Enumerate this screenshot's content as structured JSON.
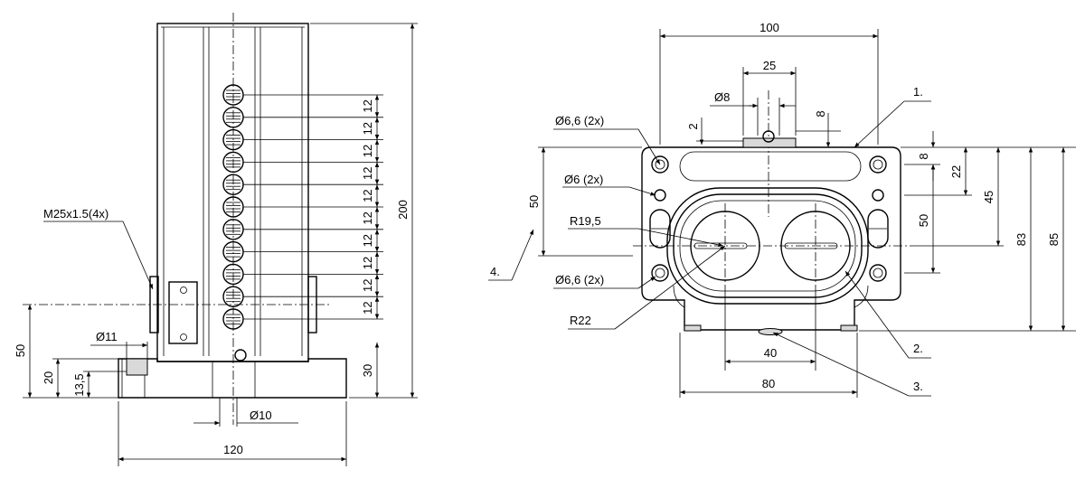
{
  "left_view": {
    "dims": {
      "height_total": "200",
      "height_base": "30",
      "pitch": "12",
      "width_total": "120",
      "h50": "50",
      "h20": "20",
      "h135": "13,5"
    },
    "labels": {
      "thread": "M25x1.5(4x)",
      "dia11": "Ø11",
      "dia10": "Ø10"
    },
    "pitch_count": 11
  },
  "right_view": {
    "dims": {
      "w100": "100",
      "w25": "25",
      "w8": "8",
      "w2": "2",
      "w80": "80",
      "w40": "40",
      "h50_left": "50",
      "h8": "8",
      "h22": "22",
      "h45": "45",
      "h50": "50",
      "h83": "83",
      "h85": "85"
    },
    "labels": {
      "dia8": "Ø8",
      "dia66_top": "Ø6,6 (2x)",
      "dia6": "Ø6 (2x)",
      "r195": "R19,5",
      "dia66_bottom": "Ø6,6 (2x)",
      "r22": "R22"
    },
    "callouts": {
      "c1": "1.",
      "c2": "2.",
      "c3": "3.",
      "c4": "4."
    }
  }
}
